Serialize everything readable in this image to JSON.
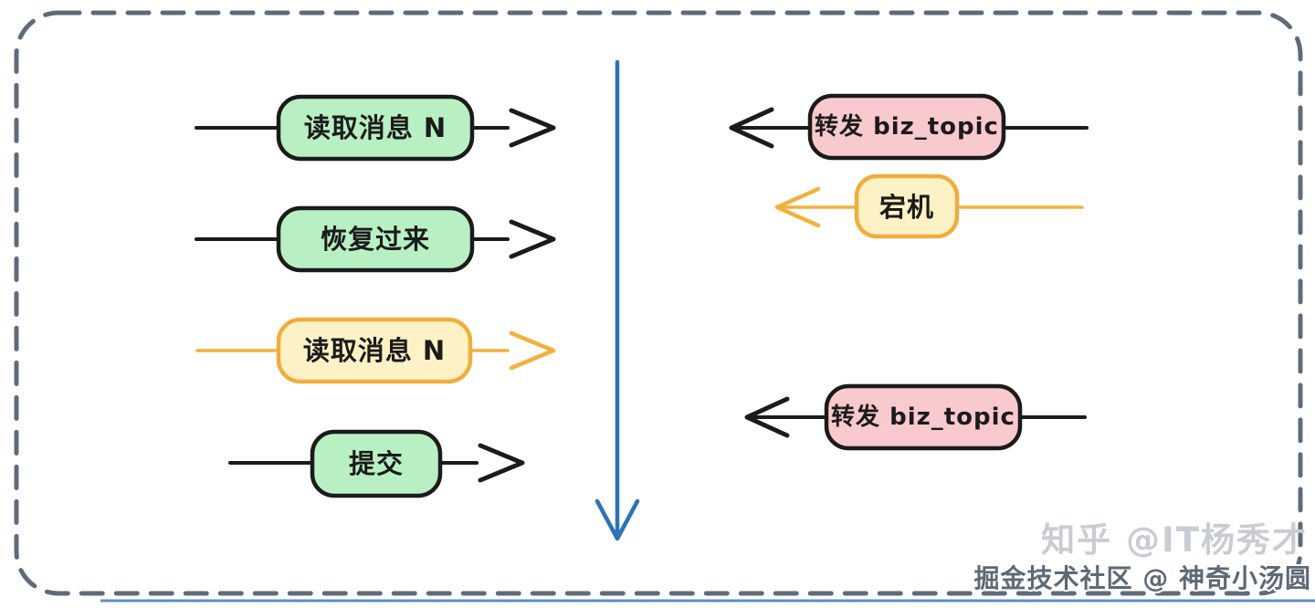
{
  "canvas": {
    "background": "#ffffff",
    "border_color": "#5d6b7a",
    "bottom_line_color": "#3f7cbe"
  },
  "divider_arrow": {
    "name": "timeline-down-arrow",
    "color": "#2e72b8"
  },
  "left_flows": [
    {
      "label": "读取消息 N",
      "direction": "right",
      "box_fill": "#b9f0c3",
      "box_stroke": "#1b1b1b",
      "line_color": "#1b1b1b",
      "text_color": "#1b1b1b"
    },
    {
      "label": "恢复过来",
      "direction": "right",
      "box_fill": "#b9f0c3",
      "box_stroke": "#1b1b1b",
      "line_color": "#1b1b1b",
      "text_color": "#1b1b1b"
    },
    {
      "label": "读取消息 N",
      "direction": "right",
      "box_fill": "#fdf2c5",
      "box_stroke": "#f0ad3d",
      "line_color": "#f2b13c",
      "text_color": "#1b1b1b"
    },
    {
      "label": "提交",
      "direction": "right",
      "box_fill": "#b9f0c3",
      "box_stroke": "#1b1b1b",
      "line_color": "#1b1b1b",
      "text_color": "#1b1b1b"
    }
  ],
  "right_flows": [
    {
      "label": "转发 biz_topic",
      "direction": "left",
      "box_fill": "#f8c9cd",
      "box_stroke": "#1b1b1b",
      "line_color": "#1b1b1b",
      "text_color": "#1b1b1b"
    },
    {
      "label": "宕机",
      "direction": "left",
      "box_fill": "#fdf2c5",
      "box_stroke": "#f0ad3d",
      "line_color": "#f2b13c",
      "text_color": "#1b1b1b"
    },
    {
      "label": "转发 biz_topic",
      "direction": "left",
      "box_fill": "#f8c9cd",
      "box_stroke": "#1b1b1b",
      "line_color": "#1b1b1b",
      "text_color": "#1b1b1b"
    }
  ],
  "watermarks": [
    {
      "text": "知乎 @IT杨秀才",
      "color": "#c9cdd3"
    },
    {
      "text": "掘金技术社区 @ 神奇小汤圆",
      "color": "#5d6974"
    }
  ]
}
